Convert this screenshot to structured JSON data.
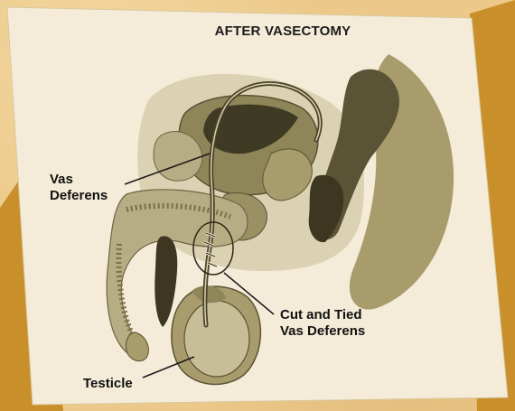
{
  "figure": {
    "title": "AFTER VASECTOMY",
    "labels": {
      "vas_deferens": [
        "Vas",
        "Deferens"
      ],
      "cut_and_tied": [
        "Cut and Tied",
        "Vas Deferens"
      ],
      "testicle": "Testicle"
    }
  },
  "colors": {
    "background": "#ecc98a",
    "gold_accent": "#c98f2a",
    "panel": "#f4ecd8",
    "tissue_dark": "#5b5335",
    "tissue_mid": "#8e8558",
    "tissue_light": "#c7bd97"
  }
}
